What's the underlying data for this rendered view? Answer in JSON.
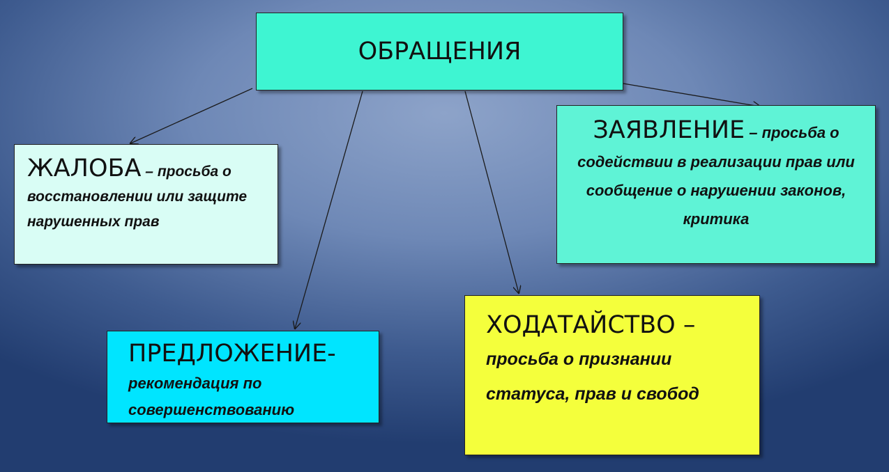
{
  "colors": {
    "root_fill": "#3ef5d2",
    "zhaloba_fill": "#d9fdf5",
    "zayavlenie_fill": "#5ff3d6",
    "predlozhenie_fill": "#00e5ff",
    "hodataystvo_fill": "#f4ff3c",
    "connector_stroke": "#1a1a1a"
  },
  "root": {
    "label": "ОБРАЩЕНИЯ"
  },
  "nodes": {
    "zhaloba": {
      "term": "ЖАЛОБА",
      "separator": " – ",
      "desc": "просьба о восстановлении или защите нарушенных прав"
    },
    "zayavlenie": {
      "term": "ЗАЯВЛЕНИЕ",
      "separator": " – ",
      "desc": "просьба о содействии в реализации прав или сообщение о нарушении законов, критика"
    },
    "predlozhenie": {
      "term": "ПРЕДЛОЖЕНИЕ-",
      "desc": "рекомендация по совершенствованию"
    },
    "hodataystvo": {
      "term": "ХОДАТАЙСТВО –",
      "desc": "просьба о признании статуса, прав и свобод"
    }
  }
}
